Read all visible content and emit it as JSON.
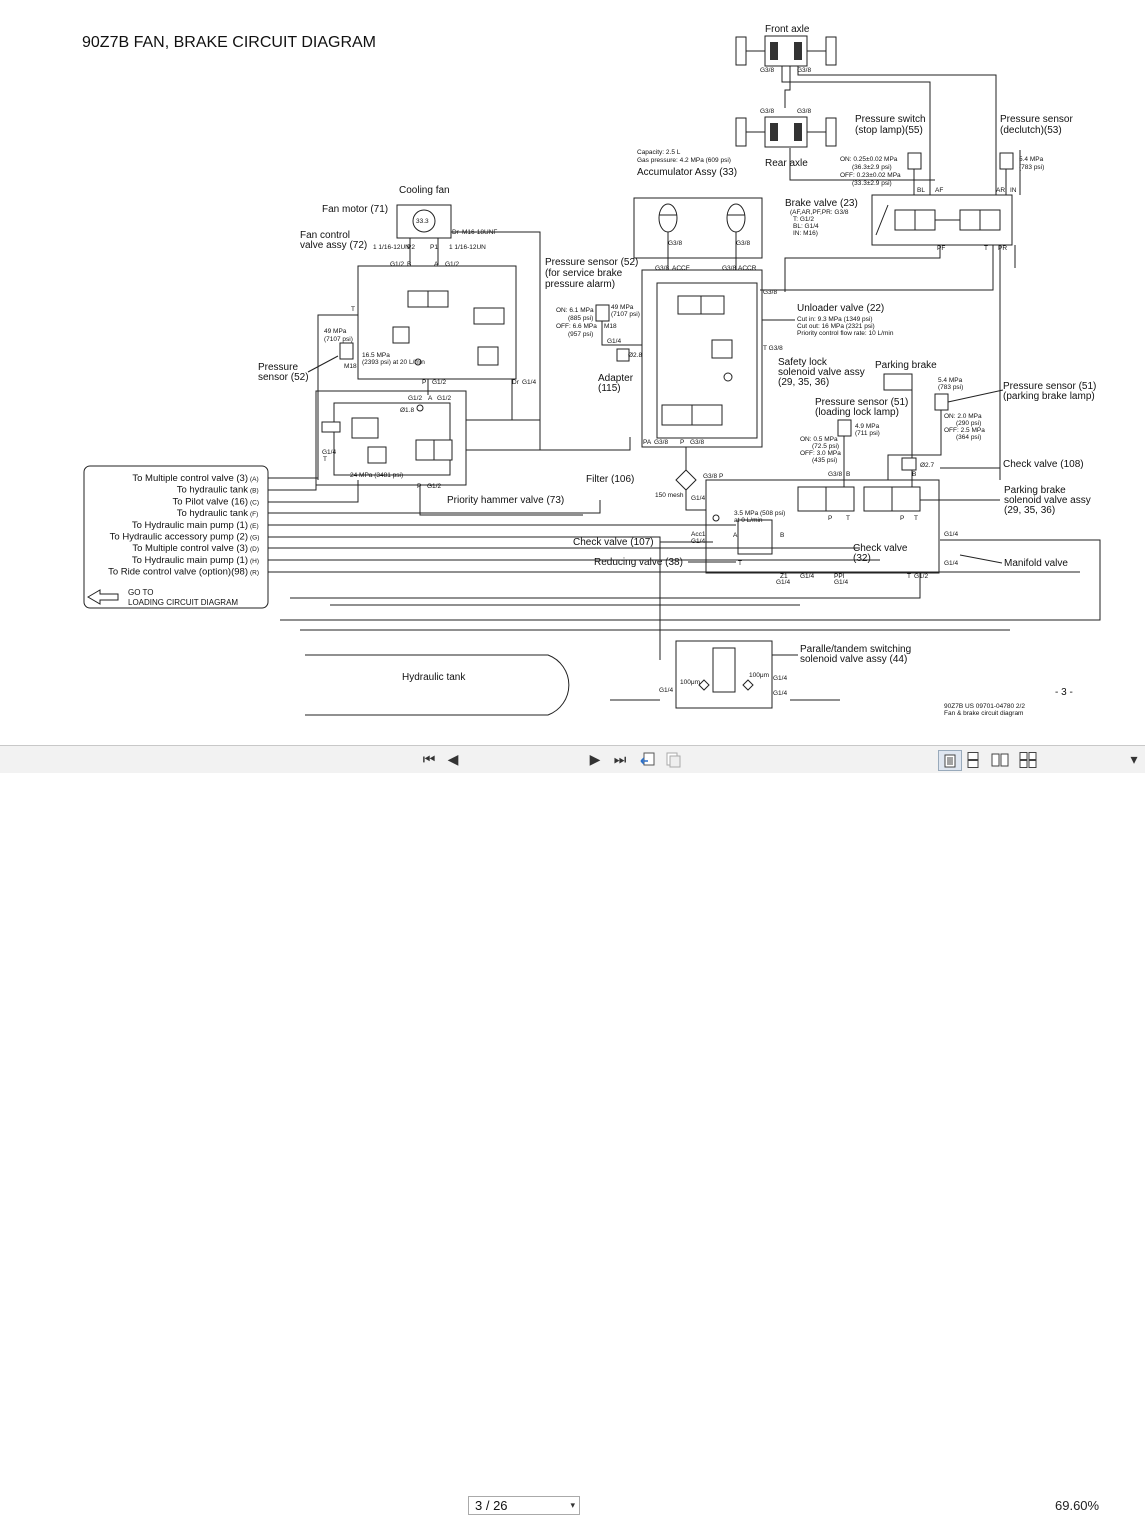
{
  "document": {
    "title": "90Z7B FAN, BRAKE CIRCUIT DIAGRAM",
    "page_number": "- 3 -",
    "footer_code": "90Z7B US 09701-04780 2/2",
    "footer_caption": "Fan & brake circuit diagram"
  },
  "labels": {
    "front_axle": "Front axle",
    "rear_axle": "Rear axle",
    "cooling_fan": "Cooling fan",
    "fan_motor": "Fan motor (71)",
    "fan_valve_1": "Fan control",
    "fan_valve_2": "valve assy (72)",
    "fan_rpm": "33.3",
    "fan_thread": "M16-18UNF",
    "ps55_1": "Pressure switch",
    "ps55_2": "(stop lamp)(55)",
    "ps55_on": "ON: 0.25±0.02 MPa",
    "ps55_on2": "(36.3±2.9 psi)",
    "ps55_off": "OFF: 0.23±0.02 MPa",
    "ps55_off2": "(33.3±2.9 psi)",
    "ps53_1": "Pressure sensor",
    "ps53_2": "(declutch)(53)",
    "ps53_v1": "5.4 MPa",
    "ps53_v2": "(783 psi)",
    "accum_cap": "Capacity: 2.5 L",
    "accum_gas": "Gas pressure: 4.2 MPa (609 psi)",
    "accum": "Accumulator Assy (33)",
    "brake_valve": "Brake valve (23)",
    "brake_ports1": "(AF,AR,PF,PR: G3/8",
    "brake_ports2": "T: G1/2",
    "brake_ports3": "BL: G1/4",
    "brake_ports4": "IN: M16)",
    "ps52b_1": "Pressure sensor (52)",
    "ps52b_2": "(for service brake",
    "ps52b_3": "pressure alarm)",
    "ps52b_v1": "49 MPa",
    "ps52b_v2": "(7107 psi)",
    "ps52b_on": "ON: 6.1 MPa",
    "ps52b_on2": "(885 psi)",
    "ps52b_off": "OFF: 6.6 MPa",
    "ps52b_off2": "(957 psi)",
    "unloader": "Unloader valve (22)",
    "unl_1": "Cut in: 9.3 MPa (1349 psi)",
    "unl_2": "Cut out: 16 MPa (2321 psi)",
    "unl_3": "Priority control flow rate: 10 L/min",
    "ps52a_v1": "49 MPa",
    "ps52a_v2": "(7107 psi)",
    "ps52a_1": "Pressure",
    "ps52a_2": "sensor (52)",
    "fan_relief1": "16.5 MPa",
    "fan_relief2": "(2393 psi) at 20 L/min",
    "orifice1": "Ø1.8",
    "orifice2": "Ø2.8",
    "orifice3": "Ø2.7",
    "ph_relief": "24 MPa (3481 psi)",
    "priority_hammer": "Priority hammer valve (73)",
    "adapter1": "Adapter",
    "adapter2": "(115)",
    "safety1": "Safety lock",
    "safety2": "solenoid valve assy",
    "safety3": "(29, 35, 36)",
    "parking": "Parking brake",
    "ps51a_1": "Pressure sensor (51)",
    "ps51a_2": "(loading lock lamp)",
    "ps51a_v1": "4.9 MPa",
    "ps51a_v2": "(711 psi)",
    "ps51a_on": "ON: 0.5 MPa",
    "ps51a_on2": "(72.5 psi)",
    "ps51a_off": "OFF: 3.0 MPa",
    "ps51a_off2": "(435 psi)",
    "ps51b_1": "Pressure sensor (51)",
    "ps51b_2": "(parking brake lamp)",
    "ps51b_v1": "5.4 MPa",
    "ps51b_v2": "(783 psi)",
    "ps51b_on": "ON: 2.0 MPa",
    "ps51b_on2": "(290 psi)",
    "ps51b_off": "OFF: 2.5 MPa",
    "ps51b_off2": "(364 psi)",
    "check108": "Check valve (108)",
    "pbs1": "Parking brake",
    "pbs2": "solenoid valve assy",
    "pbs3": "(29, 35, 36)",
    "filter": "Filter (106)",
    "mesh": "150 mesh",
    "red_set1": "3.5 MPa (508 psi)",
    "red_set2": "at 0 L/min",
    "check107": "Check valve (107)",
    "reducing": "Reducing valve (38)",
    "check32_1": "Check valve",
    "check32_2": "(32)",
    "manifold": "Manifold valve",
    "paralle1": "Paralle/tandem switching",
    "paralle2": "solenoid valve assy (44)",
    "hyd_tank": "Hydraulic tank",
    "mesh100a": "100μm",
    "mesh100b": "100μm",
    "g38": "G3/8",
    "g12": "G1/2",
    "g14": "G1/4",
    "m18": "M18",
    "t": "T",
    "p": "P",
    "a": "A",
    "b": "B",
    "bl": "BL",
    "af": "AF",
    "ar": "AR",
    "in": "IN",
    "pf": "PF",
    "pr": "PR",
    "accf": "ACCF",
    "accr": "ACCR",
    "pa": "PA",
    "p1": "P1",
    "p2": "P2",
    "dr": "Dr",
    "acc1": "Acc1",
    "z1": "Z1",
    "ppi": "PPI",
    "unf_left": "1 1/16-12UN",
    "unf_right": "1 1/16-12UN",
    "t_g38": "T G3/8"
  },
  "connections": [
    {
      "text": "To Multiple control valve (3)",
      "port": "(A)"
    },
    {
      "text": "To hydraulic tank",
      "port": "(B)"
    },
    {
      "text": "To Pilot valve (16)",
      "port": "(C)"
    },
    {
      "text": "To hydraulic tank",
      "port": "(F)"
    },
    {
      "text": "To Hydraulic main pump (1)",
      "port": "(E)"
    },
    {
      "text": "To Hydraulic accessory pump (2)",
      "port": "(G)"
    },
    {
      "text": "To Multiple control valve (3)",
      "port": "(D)"
    },
    {
      "text": "To Hydraulic main pump (1)",
      "port": "(H)"
    },
    {
      "text": "To Ride control valve (option)(98)",
      "port": "(R)"
    }
  ],
  "goto": {
    "line1": "GO TO",
    "line2": "LOADING CIRCUIT DIAGRAM"
  },
  "toolbar": {
    "page_indicator": "3 / 26",
    "zoom": "69.60%",
    "dropdown_arrow": "▾",
    "first_icon": "⏮",
    "prev_icon": "◀",
    "next_icon": "▶",
    "last_icon": "⏭"
  }
}
